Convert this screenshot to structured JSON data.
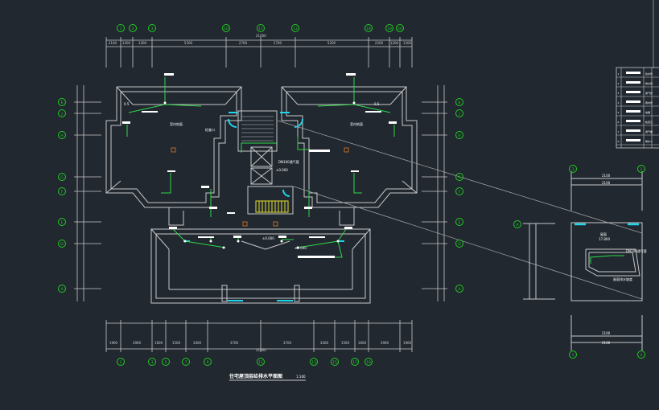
{
  "drawing": {
    "title": "住宅屋顶层给排水平面图",
    "scale": "1:100",
    "total_dim_top": "21600",
    "total_dim_bottom": "21600",
    "colors": {
      "background": "#212830",
      "wall": "#c8c8c8",
      "axis": "#22cc22",
      "pipe": "#2fd94a",
      "accent": "#22d4e8",
      "stair": "#e8e030",
      "label": "#ffffff",
      "drain": "#b86a28"
    }
  },
  "axes": {
    "top": [
      "1",
      "2",
      "3",
      "10",
      "11",
      "12",
      "18",
      "19",
      "20"
    ],
    "bottom": [
      "1",
      "3",
      "5",
      "7",
      "9",
      "11",
      "13",
      "15",
      "17",
      "19"
    ],
    "left": [
      "K",
      "J",
      "H",
      "G",
      "F",
      "E",
      "D",
      "A"
    ],
    "right": [
      "K",
      "J",
      "H",
      "G",
      "F",
      "E",
      "D",
      "A"
    ]
  },
  "dims": {
    "top": [
      "2100",
      "1200",
      "1200",
      "5200",
      "2700",
      "2700",
      "5200",
      "2200",
      "1200",
      "1200"
    ],
    "bottom": [
      "1900",
      "3900",
      "1600",
      "1500",
      "3400",
      "3700",
      "3700",
      "3400",
      "1500",
      "1600",
      "3900",
      "1900"
    ]
  },
  "rooms": {
    "left_room": "室内地面",
    "right_room": "室内地面",
    "stair_note": "检查口",
    "center_pipe_note": "DN100通气管",
    "center_elev": "±0.000",
    "center_room": "±0.000",
    "lower_room": "±0.000",
    "elev_left": "0.5",
    "elev_right": "0.5"
  },
  "detail": {
    "axis_top": [
      "1",
      "2"
    ],
    "axis_bottom": [
      "1",
      "2"
    ],
    "axis_side": "A",
    "dim_top_1": "2100",
    "dim_top_2": "2100",
    "dim_bottom_1": "2100",
    "dim_bottom_2": "2100",
    "room_label": "屋面",
    "elev": "17.800",
    "pipe_note": "DN100通气管",
    "note": "屋面排水坡度"
  },
  "legend": {
    "rows": [
      "给水管",
      "排水管",
      "通气管",
      "雨水管",
      "地漏",
      "检查口",
      "通气帽",
      "雨水斗"
    ]
  }
}
